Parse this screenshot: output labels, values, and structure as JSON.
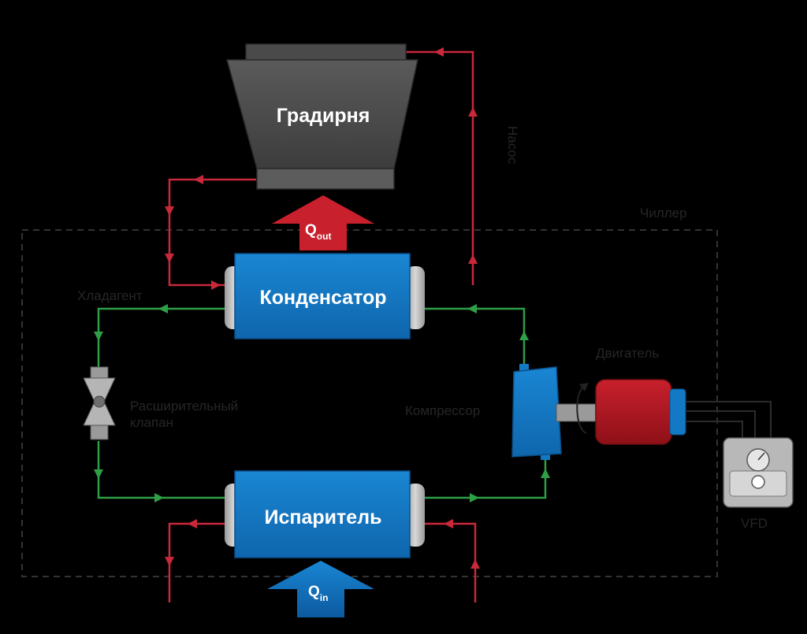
{
  "title": "",
  "colors": {
    "background": "#000000",
    "water_line": "#c8283a",
    "refrigerant_line": "#2e9e47",
    "exchanger_blue": "#1479c4",
    "tower_grey": "#4a4a4a",
    "motor_red": "#b7202a",
    "boundary": "#333333"
  },
  "cooling_tower": {
    "label": "Градирня"
  },
  "condenser": {
    "label": "Конденсатор"
  },
  "evaporator": {
    "label": "Испаритель"
  },
  "heat_out": {
    "symbol": "Q",
    "subscript": "out"
  },
  "heat_in": {
    "symbol": "Q",
    "subscript": "in"
  },
  "chiller": {
    "label": "Чиллер"
  },
  "water_pump": {
    "label": "Насос"
  },
  "refrigerant": {
    "label": "Хладагент"
  },
  "expansion_valve": {
    "label_line1": "Расширительный",
    "label_line2": "клапан"
  },
  "compressor": {
    "label": "Компрессор"
  },
  "motor": {
    "label": "Двигатель"
  },
  "vfd": {
    "label": "VFD"
  }
}
